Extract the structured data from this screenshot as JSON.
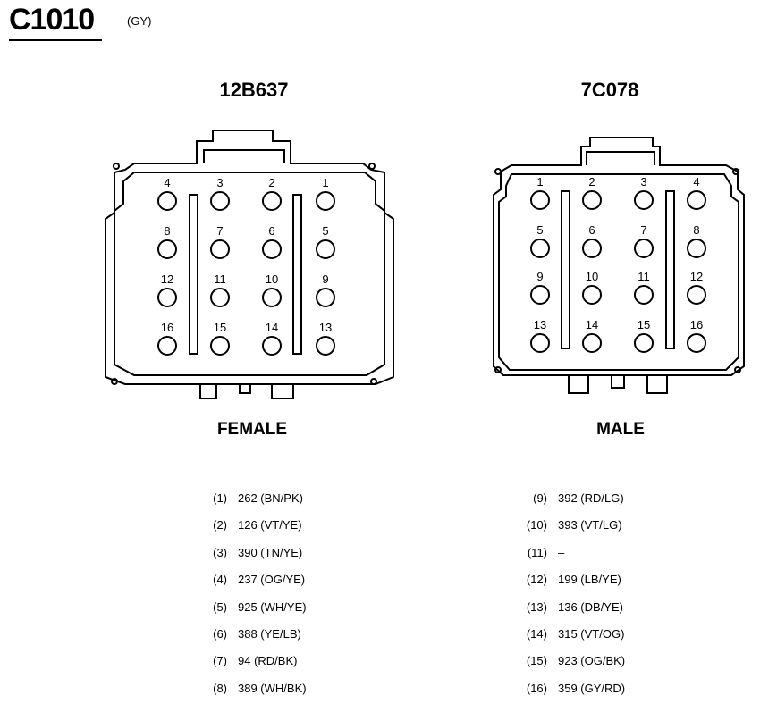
{
  "connector": {
    "id": "C1010",
    "color_code": "(GY)"
  },
  "female": {
    "part_number": "12B637",
    "label": "FEMALE",
    "rows": [
      [
        "4",
        "3",
        "2",
        "1"
      ],
      [
        "8",
        "7",
        "6",
        "5"
      ],
      [
        "12",
        "11",
        "10",
        "9"
      ],
      [
        "16",
        "15",
        "14",
        "13"
      ]
    ]
  },
  "male": {
    "part_number": "7C078",
    "label": "MALE",
    "rows": [
      [
        "1",
        "2",
        "3",
        "4"
      ],
      [
        "5",
        "6",
        "7",
        "8"
      ],
      [
        "9",
        "10",
        "11",
        "12"
      ],
      [
        "13",
        "14",
        "15",
        "16"
      ]
    ]
  },
  "pinout": [
    {
      "pin": "(1)",
      "circuit": "262 (BN/PK)"
    },
    {
      "pin": "(2)",
      "circuit": "126 (VT/YE)"
    },
    {
      "pin": "(3)",
      "circuit": "390 (TN/YE)"
    },
    {
      "pin": "(4)",
      "circuit": "237 (OG/YE)"
    },
    {
      "pin": "(5)",
      "circuit": "925 (WH/YE)"
    },
    {
      "pin": "(6)",
      "circuit": "388 (YE/LB)"
    },
    {
      "pin": "(7)",
      "circuit": "94 (RD/BK)"
    },
    {
      "pin": "(8)",
      "circuit": "389 (WH/BK)"
    },
    {
      "pin": "(9)",
      "circuit": "392 (RD/LG)"
    },
    {
      "pin": "(10)",
      "circuit": "393 (VT/LG)"
    },
    {
      "pin": "(11)",
      "circuit": "–"
    },
    {
      "pin": "(12)",
      "circuit": "199 (LB/YE)"
    },
    {
      "pin": "(13)",
      "circuit": "136 (DB/YE)"
    },
    {
      "pin": "(14)",
      "circuit": "315 (VT/OG)"
    },
    {
      "pin": "(15)",
      "circuit": "923 (OG/BK)"
    },
    {
      "pin": "(16)",
      "circuit": "359 (GY/RD)"
    }
  ]
}
